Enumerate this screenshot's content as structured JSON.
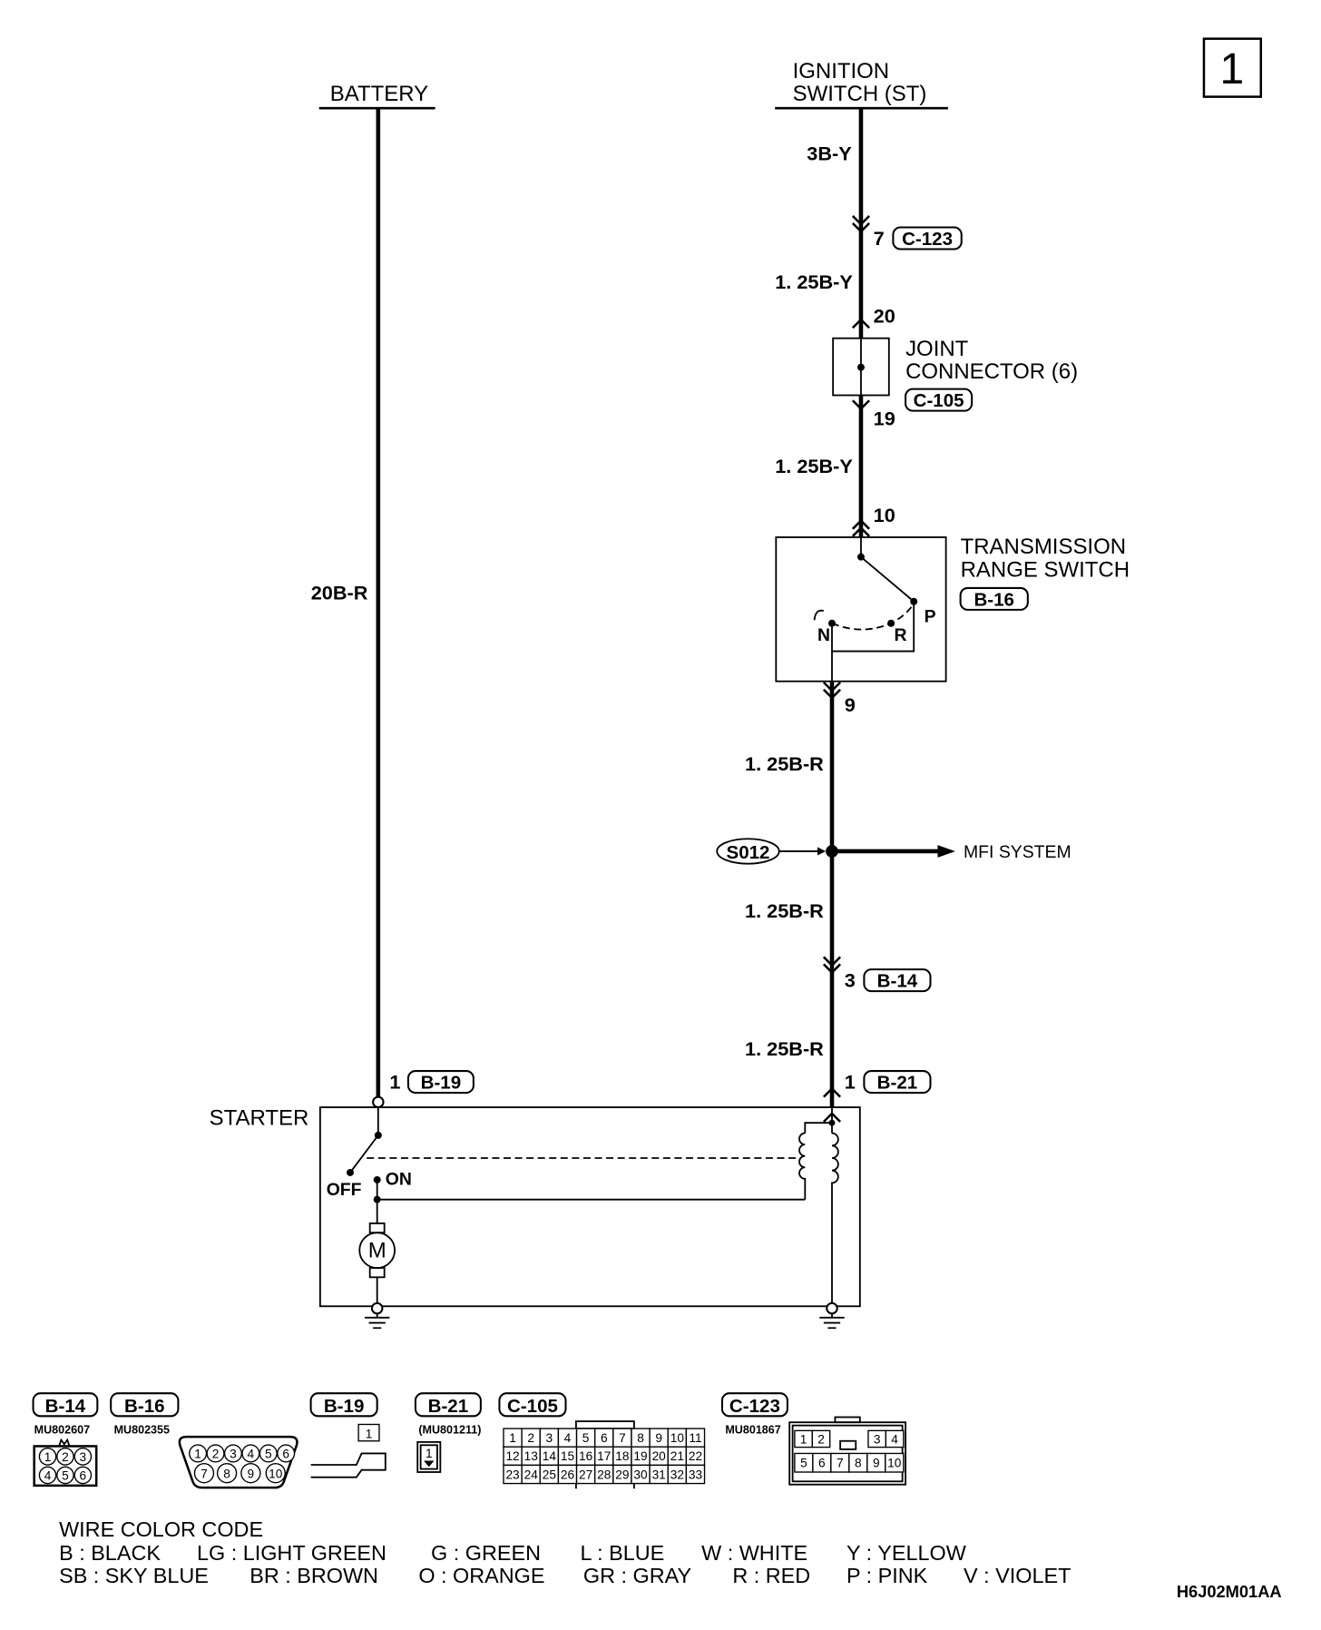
{
  "page_number": "1",
  "battery": {
    "label": "BATTERY",
    "wire": "20B-R"
  },
  "ignition_switch": {
    "line1": "IGNITION",
    "line2": "SWITCH (ST)",
    "wire": "3B-Y"
  },
  "connector_c123": {
    "pin": "7",
    "id": "C-123",
    "wire_out": "1. 25B-Y"
  },
  "joint_connector": {
    "line1": "JOINT",
    "line2": "CONNECTOR (6)",
    "id": "C-105",
    "pin_in": "20",
    "pin_out": "19",
    "wire_out": "1. 25B-Y"
  },
  "transmission_range_switch": {
    "line1": "TRANSMISSION",
    "line2": "RANGE SWITCH",
    "id": "B-16",
    "pin_in": "10",
    "pin_out": "9",
    "positions": {
      "p": "P",
      "r": "R",
      "n": "N"
    },
    "wire_out": "1. 25B-R"
  },
  "splice": {
    "id": "S012",
    "branch": "MFI SYSTEM",
    "wire_out": "1. 25B-R"
  },
  "connector_b14": {
    "pin": "3",
    "id": "B-14",
    "wire_out": "1. 25B-R"
  },
  "starter": {
    "label": "STARTER",
    "battery_terminal": {
      "pin": "1",
      "id": "B-19"
    },
    "switch_terminal": {
      "pin": "1",
      "id": "B-21"
    },
    "switch_off": "OFF",
    "switch_on": "ON",
    "motor": "M"
  },
  "connector_views": {
    "b14": {
      "id": "B-14",
      "part": "MU802607",
      "rows": [
        [
          "1",
          "2",
          "3"
        ],
        [
          "4",
          "5",
          "6"
        ]
      ]
    },
    "b16": {
      "id": "B-16",
      "part": "MU802355",
      "rows": [
        [
          "1",
          "2",
          "3",
          "4",
          "5",
          "6"
        ],
        [
          "7",
          "8",
          "9",
          "10"
        ]
      ]
    },
    "b19": {
      "id": "B-19",
      "rows": [
        [
          "1"
        ]
      ]
    },
    "b21": {
      "id": "B-21",
      "part": "(MU801211)",
      "rows": [
        [
          "1"
        ]
      ]
    },
    "c105": {
      "id": "C-105",
      "rows": [
        [
          "1",
          "2",
          "3",
          "4",
          "5",
          "6",
          "7",
          "8",
          "9",
          "10",
          "11"
        ],
        [
          "12",
          "13",
          "14",
          "15",
          "16",
          "17",
          "18",
          "19",
          "20",
          "21",
          "22"
        ],
        [
          "23",
          "24",
          "25",
          "26",
          "27",
          "28",
          "29",
          "30",
          "31",
          "32",
          "33"
        ]
      ]
    },
    "c123": {
      "id": "C-123",
      "part": "MU801867",
      "rows": [
        [
          "1",
          "2",
          "3",
          "4"
        ],
        [
          "5",
          "6",
          "7",
          "8",
          "9",
          "10"
        ]
      ]
    }
  },
  "wire_color_code": {
    "title": "WIRE COLOR CODE",
    "rows": [
      [
        "B : BLACK",
        "LG : LIGHT GREEN",
        "G : GREEN",
        "L : BLUE",
        "W : WHITE",
        "Y : YELLOW"
      ],
      [
        "SB : SKY BLUE",
        "BR : BROWN",
        "O : ORANGE",
        "GR : GRAY",
        "R : RED",
        "P : PINK",
        "V : VIOLET"
      ]
    ]
  },
  "figure_code": "H6J02M01AA"
}
